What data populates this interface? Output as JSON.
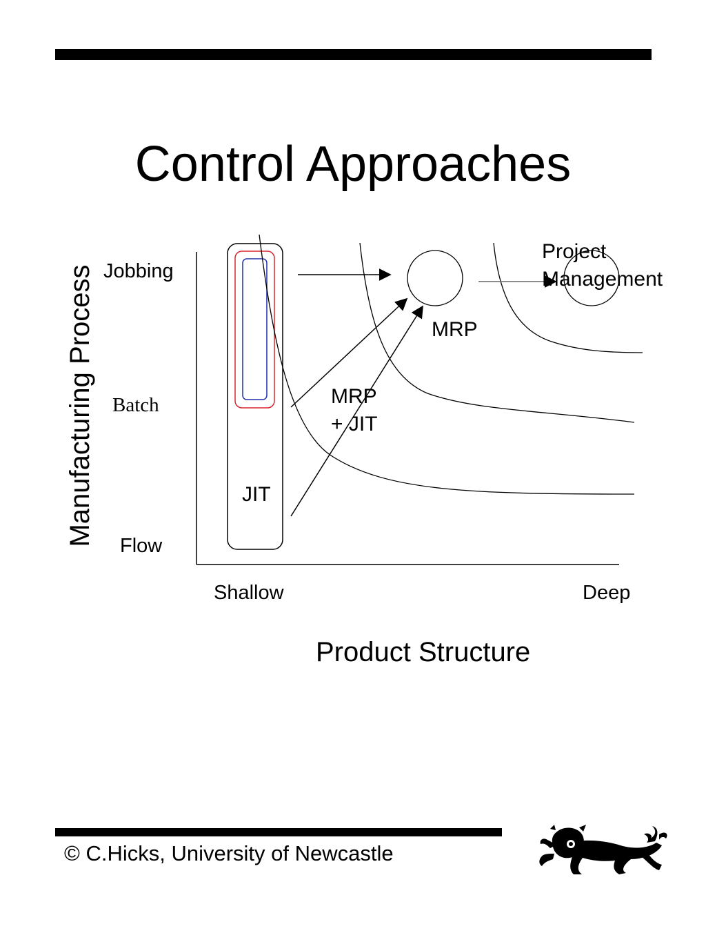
{
  "slide": {
    "title": "Control Approaches",
    "footer": "© C.Hicks, University of Newcastle"
  },
  "axes": {
    "y_title": "Manufacturing Process",
    "x_title": "Product Structure",
    "y_ticks": [
      "Jobbing",
      "Batch",
      "Flow"
    ],
    "x_ticks": [
      "Shallow",
      "Deep"
    ]
  },
  "regions": {
    "jit": "JIT",
    "mrp_jit_line1": "MRP",
    "mrp_jit_line2": "+ JIT",
    "mrp": "MRP",
    "project_line1": "Project",
    "project_line2": "Management"
  },
  "colors": {
    "inner_box_outer": "#d9262c",
    "inner_box_inner": "#1f2fae",
    "ink": "#000000"
  },
  "icons": {
    "logo": "lion-passant-icon"
  }
}
